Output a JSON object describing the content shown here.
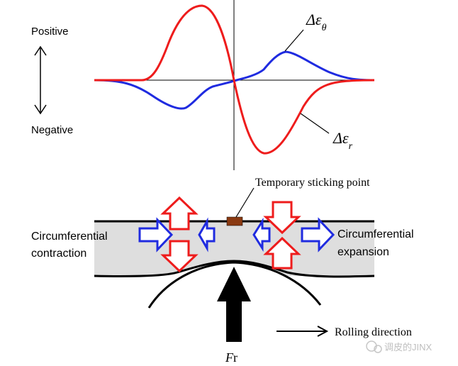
{
  "top_plot": {
    "positive_label": "Positive",
    "negative_label": "Negative",
    "series": [
      {
        "name_prefix": "Δε",
        "name_sub": "θ",
        "color": "#1f2be0"
      },
      {
        "name_prefix": "Δε",
        "name_sub": "r",
        "color": "#ee1c1c"
      }
    ]
  },
  "bottom_diagram": {
    "sticking_point_label": "Temporary sticking point",
    "left_label_line1": "Circumferential",
    "left_label_line2": "contraction",
    "right_label_line1": "Circumferential",
    "right_label_line2": "expansion",
    "rolling_label": "Rolling direction",
    "force_label_italic": "F",
    "force_label_rest": "r",
    "band_color": "#dedede",
    "sticking_color": "#8a3a12",
    "arrow_red": "#ee1c1c",
    "arrow_blue": "#1f2be0"
  },
  "watermark": {
    "text": "调皮的JINX"
  }
}
